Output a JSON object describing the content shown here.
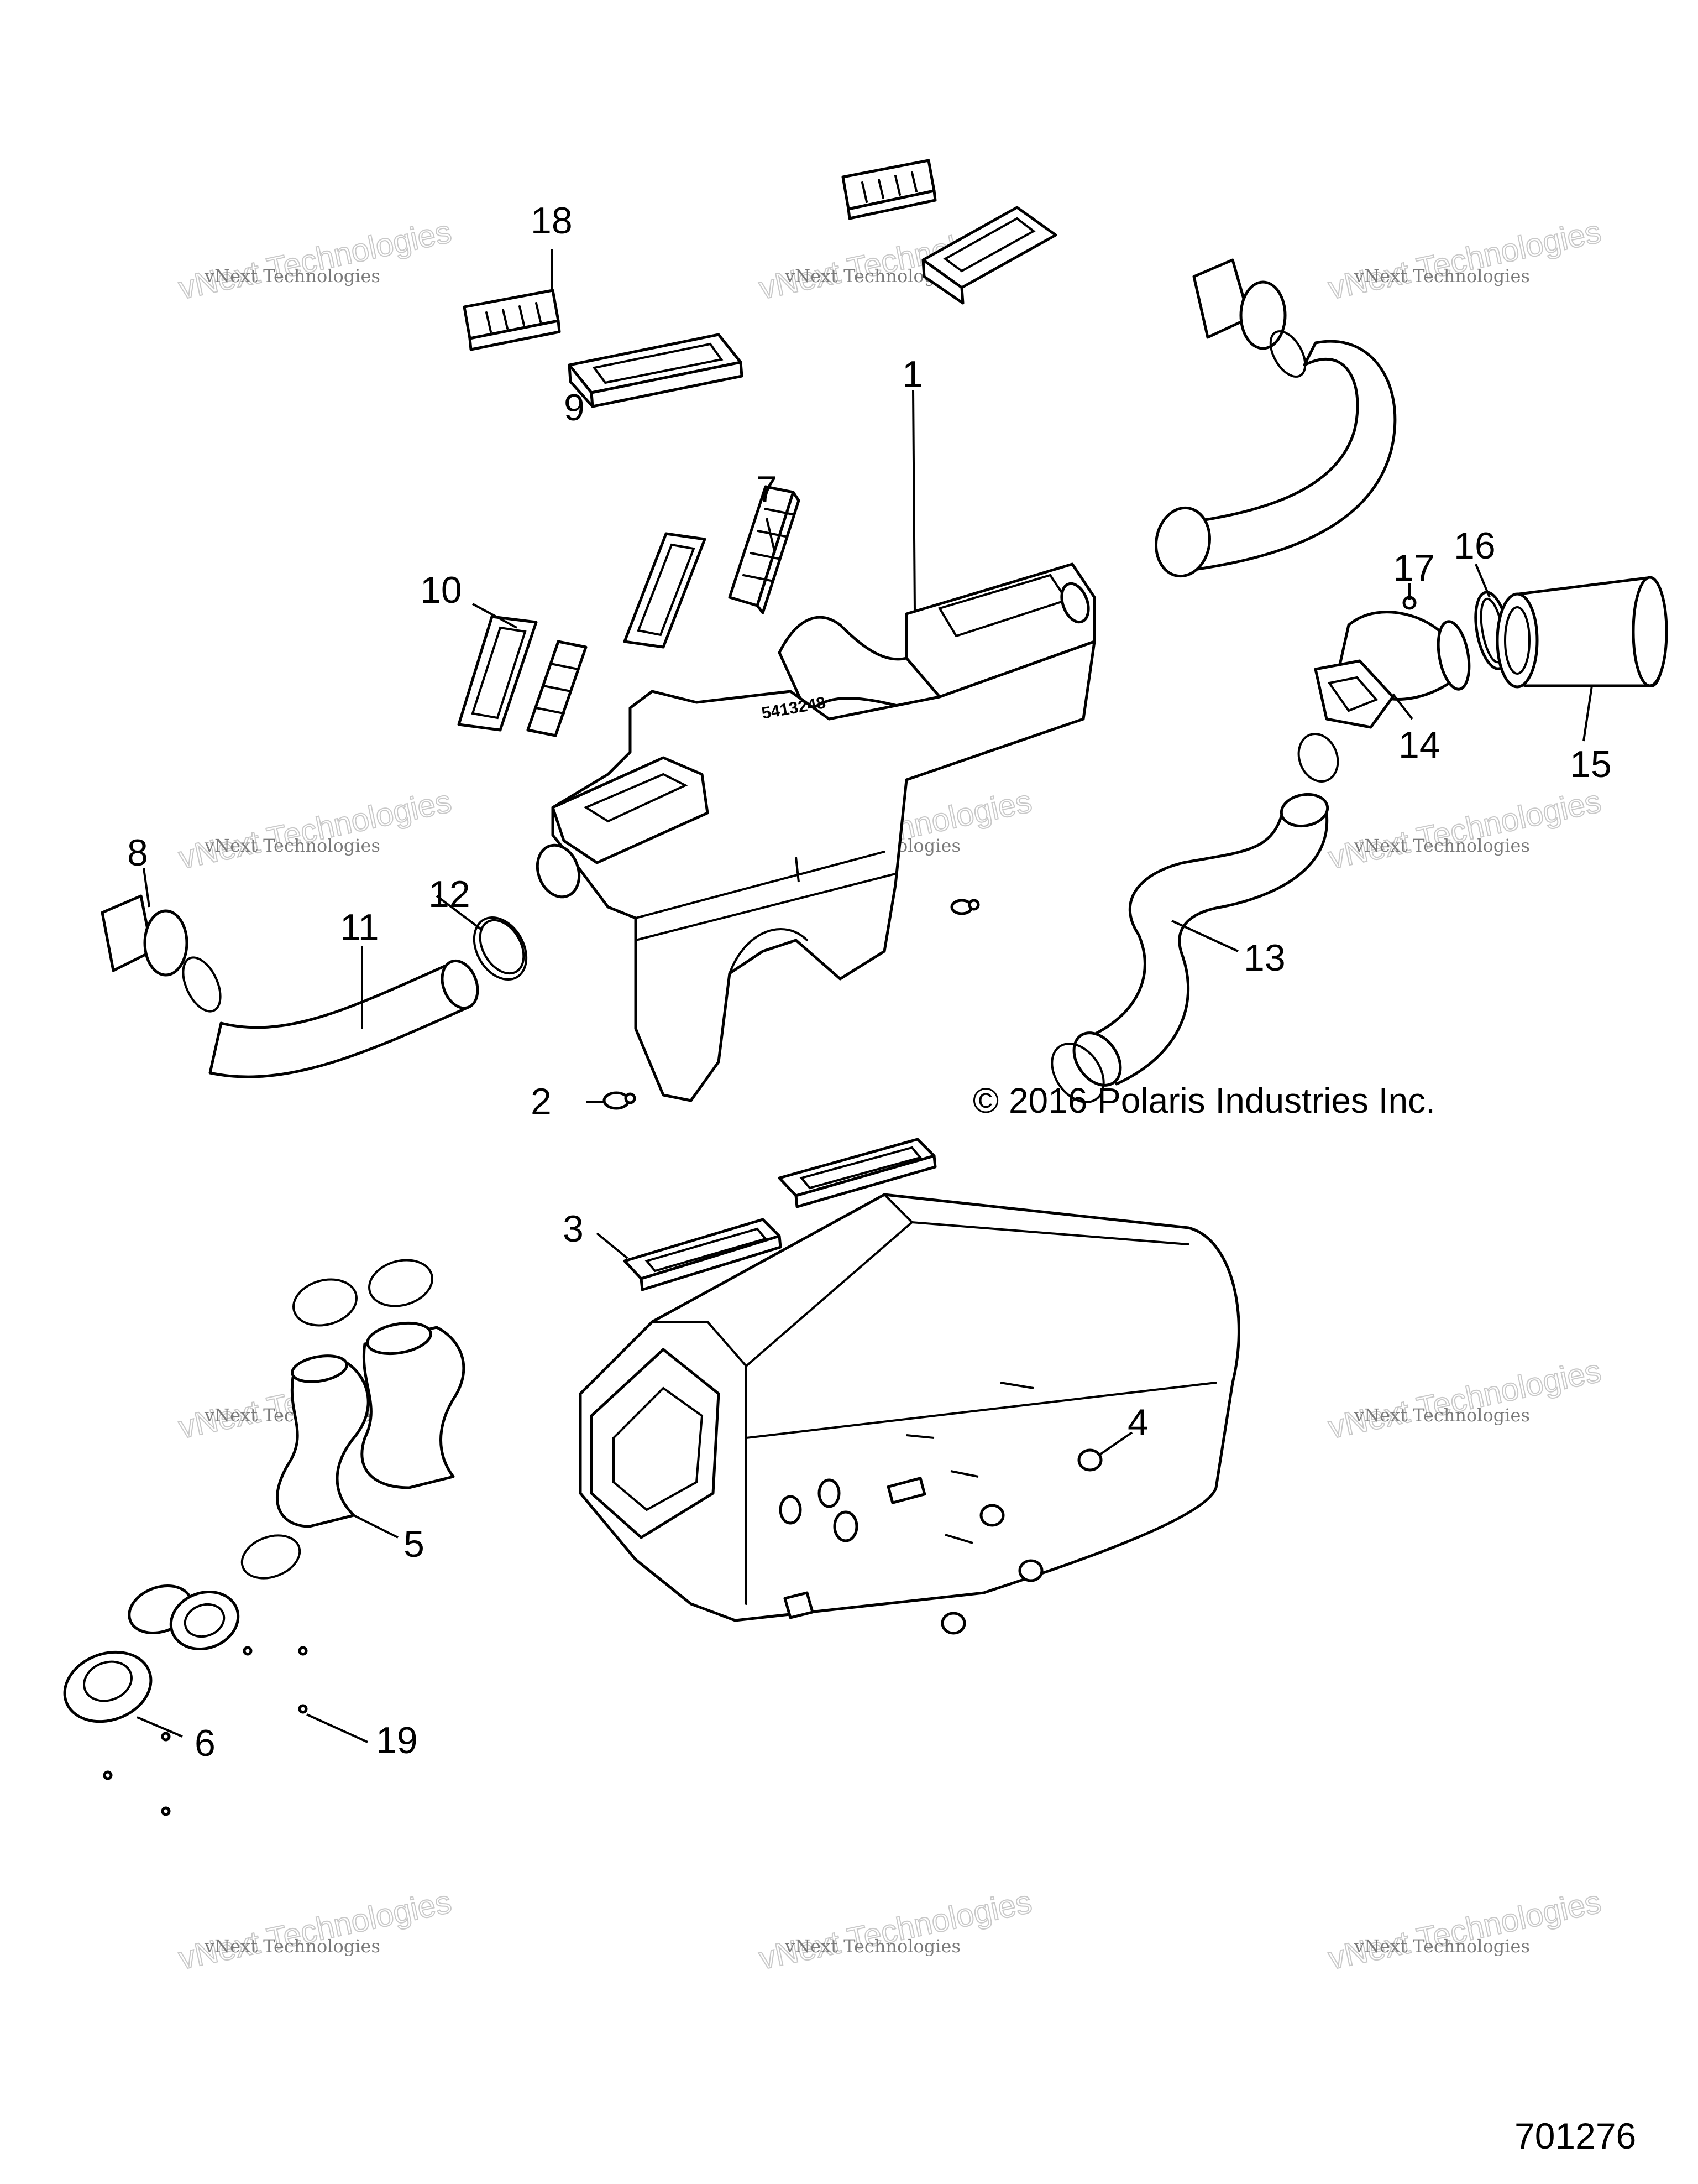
{
  "diagram": {
    "copyright": "© 2016 Polaris Industries Inc.",
    "figure_number": "701276",
    "part_stamp": "5413248",
    "callouts": [
      {
        "id": "1",
        "label": "1"
      },
      {
        "id": "2",
        "label": "2"
      },
      {
        "id": "3",
        "label": "3"
      },
      {
        "id": "4",
        "label": "4"
      },
      {
        "id": "5",
        "label": "5"
      },
      {
        "id": "6",
        "label": "6"
      },
      {
        "id": "7",
        "label": "7"
      },
      {
        "id": "8",
        "label": "8"
      },
      {
        "id": "9",
        "label": "9"
      },
      {
        "id": "10",
        "label": "10"
      },
      {
        "id": "11",
        "label": "11"
      },
      {
        "id": "12",
        "label": "12"
      },
      {
        "id": "13",
        "label": "13"
      },
      {
        "id": "14",
        "label": "14"
      },
      {
        "id": "15",
        "label": "15"
      },
      {
        "id": "16",
        "label": "16"
      },
      {
        "id": "17",
        "label": "17"
      },
      {
        "id": "18",
        "label": "18"
      },
      {
        "id": "19",
        "label": "19"
      }
    ],
    "watermark": {
      "line1": "vNext Technologies",
      "line2": "vNext Technologies"
    }
  }
}
